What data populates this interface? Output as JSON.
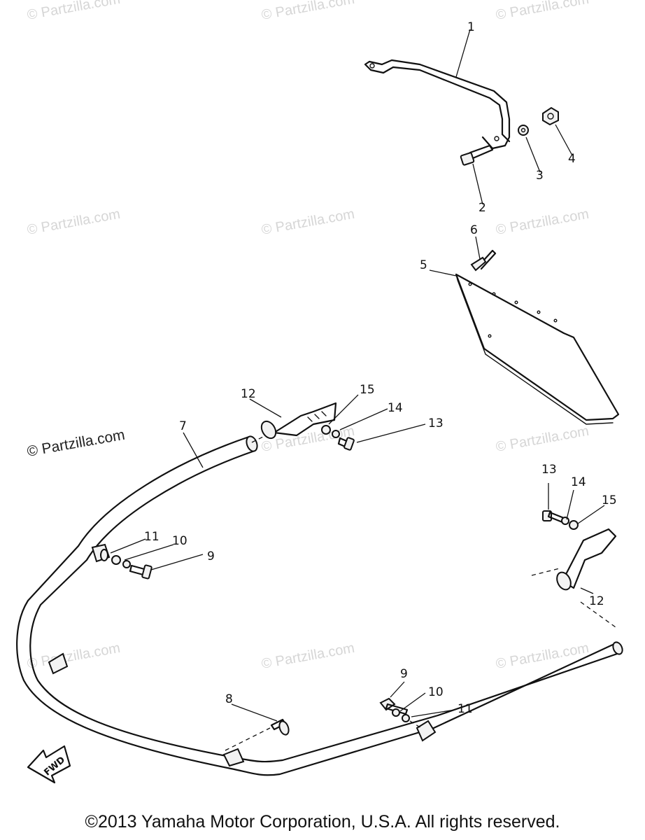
{
  "watermark": "© Partzilla.com",
  "callouts": {
    "c1": "1",
    "c2": "2",
    "c3": "3",
    "c4": "4",
    "c5": "5",
    "c6": "6",
    "c7": "7",
    "c8": "8",
    "c9a": "9",
    "c10a": "10",
    "c11a": "11",
    "c9b": "9",
    "c10b": "10",
    "c11b": "11",
    "c12a": "12",
    "c13a": "13",
    "c14a": "14",
    "c15a": "15",
    "c12b": "12",
    "c13b": "13",
    "c14b": "14",
    "c15b": "15"
  },
  "fwd_label": "FWD",
  "copyright": "©2013 Yamaha Motor Corporation, U.S.A. All rights reserved."
}
